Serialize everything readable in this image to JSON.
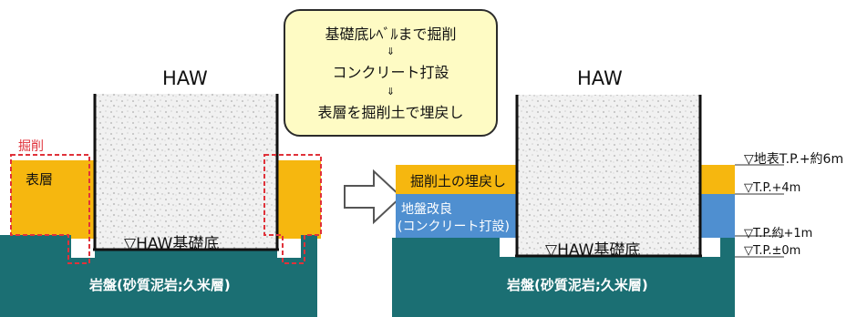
{
  "callout": {
    "line1": "基礎底ﾚﾍﾞﾙまで掘削",
    "arrow1": "⇓",
    "line2": "コンクリート打設",
    "arrow2": "⇓",
    "line3": "表層を掘削土で埋戻し"
  },
  "left_panel": {
    "haw_label": "HAW",
    "excavation_label": "掘削",
    "surface_layer_label": "表層",
    "foundation_label": "▽HAW基礎底",
    "bedrock_label": "岩盤(砂質泥岩;久米層)"
  },
  "right_panel": {
    "haw_label": "HAW",
    "backfill_label": "掘削土の埋戻し",
    "improvement_line1": "地盤改良",
    "improvement_line2": "(コンクリート打設)",
    "foundation_label": "▽HAW基礎底",
    "bedrock_label": "岩盤(砂質泥岩;久米層)"
  },
  "levels": {
    "ground_surface": "▽地表T.P.+約6m",
    "tp_plus4": "▽T.P.+4m",
    "tp_plus1": "▽T.P.約+1m",
    "tp_0": "▽T.P.±0m"
  },
  "colors": {
    "bedrock": "#1b6f73",
    "surface_layer": "#f6b70f",
    "ground_improvement": "#4f8fd0",
    "excavation_outline": "#e0323a",
    "callout_fill": "#fefbc4"
  }
}
